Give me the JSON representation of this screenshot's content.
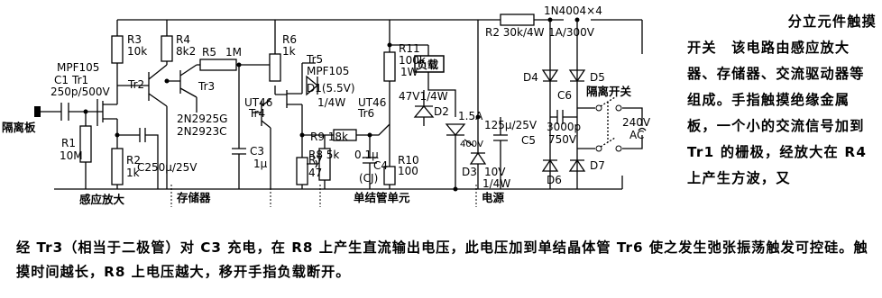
{
  "description": {
    "title": "分立元件触摸",
    "body": "开关　该电路由感应放大器、存储器、交流驱动器等组成。手指触摸绝缘金属板，一个小的交流信号加到 Tr1 的栅极，经放大在 R4 上产生方波，又",
    "continuation": "经 Tr3（相当于二极管）对 C3 充电，在 R8 上产生直流输出电压，此电压加到单结晶体管 Tr6 使之发生弛张振荡触发可控硅。触摸时间越长，R8 上电压越大，移开手指负载断开。"
  },
  "schematic": {
    "sections": {
      "sense_amp": "感应放大",
      "memory": "存储器",
      "ujt": "单结管单元",
      "power": "电源",
      "isolation_plate": "隔离板",
      "isolation_switch": "隔离开关"
    },
    "labels": {
      "mpf105_left": "MPF105",
      "c1": "C1",
      "c1_val": "250p/500V",
      "tr1": "Tr1",
      "tr2": "Tr2",
      "r1": "R1",
      "r1_val": "10M",
      "r2": "R2",
      "r2_val": "1k",
      "r3": "R3",
      "r3_val": "10k",
      "r4": "R4",
      "r4_val": "8k2",
      "r5": "R5",
      "r5_val": "1M",
      "tr3": "Tr3",
      "c2": "C2",
      "c2_val": "50μ/25V",
      "part1": "2N2925G",
      "part2": "2N2923C",
      "ut46_a": "UT46",
      "tr4": "Tr4",
      "c3": "C3",
      "c3_val": "1μ",
      "r6": "R6",
      "r6_val": "1k",
      "tr5": "Tr5",
      "mpf105_right": "MPF105",
      "d1": "D1(5.5V)",
      "d1_pow": "1/4W",
      "r7": "R7",
      "r7_val": "47",
      "r9": "R9 18k",
      "r8": "R8 5k",
      "c4_val": "0.1μ",
      "c4": "C4",
      "c4_cj": "(CJ)",
      "ut46_b": "UT46",
      "tr6": "Tr6",
      "r10": "R10",
      "r10_val": "100",
      "r11": "R11",
      "r11_val": "100k",
      "r11_pow": "1W",
      "load": "负载",
      "d2_rating": "47V1/4W",
      "d2": "D2",
      "scr_a": "1.5A",
      "scr_b": "400V",
      "d3": "D3",
      "d3_val": "10V",
      "d3_pow": "1/4W",
      "r2_top": "R2 30k/4W",
      "c5_val": "125μ/25V",
      "c5": "C5",
      "diode_spec": "1N4004×4",
      "diode_rating": "1A/300V",
      "d4": "D4",
      "d5": "D5",
      "d6": "D6",
      "d7": "D7",
      "c6": "C6",
      "c6_val": "3000p",
      "c6_volt": "750V",
      "ac_v": "240V",
      "ac": "AC"
    }
  }
}
